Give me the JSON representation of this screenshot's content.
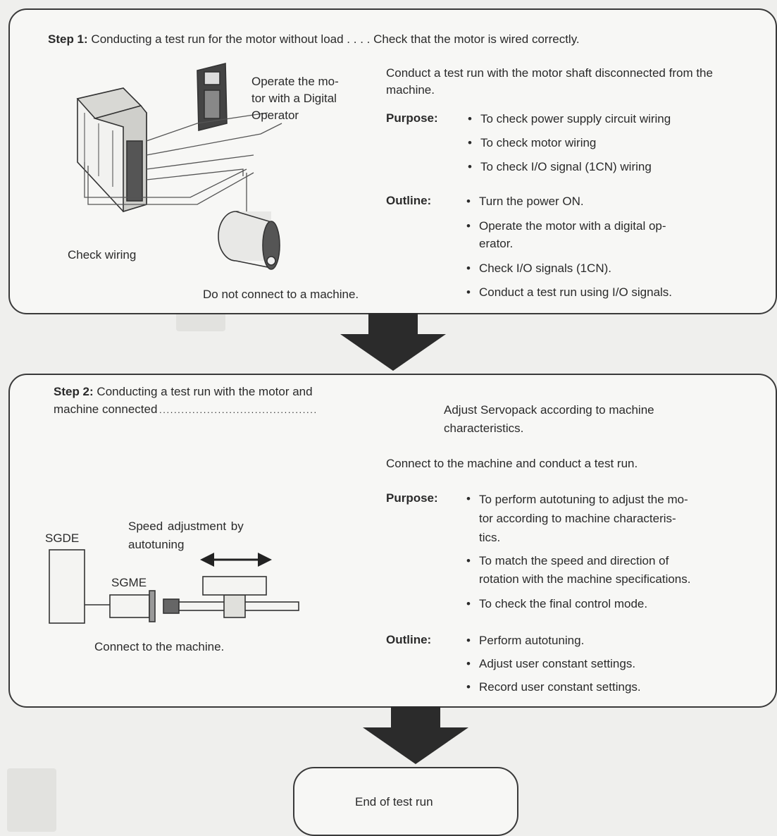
{
  "step1": {
    "heading_bold": "Step 1:",
    "heading_text": "Conducting a test run for the motor without load",
    "leader": " . . . . ",
    "check": "Check that the motor is wired correctly.",
    "operator_label": "Operate the mo-\ntor with a Digital\nOperator",
    "check_wiring_label": "Check wiring",
    "no_connect_label": "Do not connect to a machine.",
    "description": "Conduct a test run with the motor shaft disconnected from the machine.",
    "purpose_label": "Purpose:",
    "purpose_items": [
      "To check power supply circuit wiring",
      "To check motor wiring",
      "To check I/O signal (1CN) wiring"
    ],
    "outline_label": "Outline:",
    "outline_items": [
      "Turn the power ON.",
      "Operate the motor with a digital op-\nerator.",
      "Check I/O signals (1CN).",
      "Conduct a test run using I/O signals."
    ]
  },
  "step2": {
    "heading_bold": "Step 2:",
    "heading_line1": "Conducting a test run with the motor and",
    "heading_line2": "machine connected",
    "leader": " . . . . . . . . . . . . . . . . . . . . . . . . . . . . . . . . . . . . . . . . . . .",
    "adjust": "Adjust Servopack according to machine\ncharacteristics.",
    "description": "Connect to the machine and conduct a test run.",
    "speed_label": "Speed  adjustment  by\nautotuning",
    "sgde_label": "SGDE",
    "sgme_label": "SGME",
    "connect_label": "Connect to the machine.",
    "purpose_label": "Purpose:",
    "purpose_items": [
      "To perform autotuning to adjust the mo-\ntor according to machine characteris-\ntics.",
      "To match the speed and direction of\nrotation with the machine specifications.",
      "To check the final control mode."
    ],
    "outline_label": "Outline:",
    "outline_items": [
      "Perform autotuning.",
      "Adjust user constant settings.",
      "Record user constant settings."
    ]
  },
  "end": {
    "label": "End of test run"
  },
  "bullet_char": "•",
  "colors": {
    "line": "#3a3a3a",
    "arrow": "#2b2b2b",
    "panel": "#f7f7f5",
    "page": "#efefed"
  }
}
